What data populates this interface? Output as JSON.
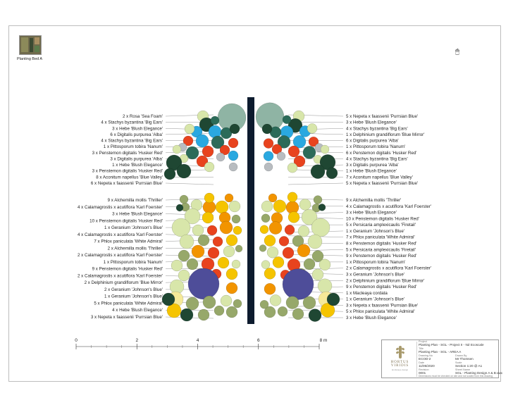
{
  "thumbnail": {
    "caption": "Planting Bed A"
  },
  "scale_bar": {
    "ticks": [
      "0",
      "2",
      "4",
      "6",
      "8 m"
    ]
  },
  "left_labels": [
    "2 x Rosa  'Sea Foam'",
    "4 x Stachys byzantina 'Big Ears'",
    "3 x Hebe 'Blush Elegance'",
    "6 x Digitalis purpurea 'Alba'",
    "4 x Stachys byzantina 'Big Ears'",
    "1 x Pittosporum tobira 'Nanum'",
    "3 x Penstemon digitalis 'Husker Red'",
    "3 x Digitalis purpurea 'Alba'",
    "1 x Hebe 'Blush Elegance'",
    "3 x Penstemon digitalis 'Husker Red'",
    "8 x Aconitum napellus 'Blue Valley'",
    "6 x Nepeta x faassenii 'Purrsian Blue'",
    "9 x Alchemilla mollis 'Thriller'",
    "4 x Calamagrostis x acutiflora 'Karl Foerster'",
    "3 x Hebe 'Blush Elegance'",
    "10 x Penstemon digitalis 'Husker Red'",
    "1 x Geranium 'Johnson's Blue'",
    "4 x Calamagrostis x acutiflora 'Karl Foerster'",
    "7 x Phlox paniculata 'White Admiral'",
    "2 x Alchemilla mollis 'Thriller'",
    "2 x Calamagrostis x acutiflora 'Karl Foerster'",
    "1 x Pittosporum tobira 'Nanum'",
    "9 x Penstemon digitalis 'Husker Red'",
    "2 x Calamagrostis x acutiflora 'Karl Foerster'",
    "2 x Delphinium grandiflorum 'Blue Mirror'",
    "2 x Geranium 'Johnson's Blue'",
    "1 x Geranium 'Johnson's Blue'",
    "5 x Phlox paniculata 'White Admiral'",
    "4 x Hebe 'Blush Elegance'",
    "3 x Nepeta x faassenii 'Purrsian Blue'"
  ],
  "right_labels": [
    "5 x Nepeta x faassenii 'Purrsian Blue'",
    "3 x Hebe 'Blush Elegance'",
    "4 x Stachys byzantina 'Big Ears'",
    "1 x Delphinium grandiflorum 'Blue Mirror'",
    "6 x Digitalis purpurea 'Alba'",
    "1 x Pittosporum tobira 'Nanum'",
    "6 x Penstemon digitalis 'Husker Red'",
    "4 x Stachys byzantina 'Big Ears'",
    "3 x Digitalis purpurea 'Alba'",
    "1 x Hebe 'Blush Elegance'",
    "7 x Aconitum napellus 'Blue Valley'",
    "5 x Nepeta x faassenii 'Purrsian Blue'",
    "9 x Alchemilla mollis 'Thriller'",
    "4 x Calamagrostis x acutiflora 'Karl Foerster'",
    "3 x Hebe 'Blush Elegance'",
    "10 x Penstemon digitalis 'Husker Red'",
    "5 x Persicaria amplexicaulis 'Firetail'",
    "1 x Geranium 'Johnson's Blue'",
    "7 x Phlox paniculata 'White Admiral'",
    "8 x Penstemon digitalis 'Husker Red'",
    "5 x Persicaria amplexicaulis 'Firetail'",
    "9 x Penstemon digitalis 'Husker Red'",
    "1 x Pittosporum tobira 'Nanum'",
    "2 x Calamagrostis x acutiflora 'Karl Foerster'",
    "3 x Geranium 'Johnson's Blue'",
    "2 x Delphinium grandiflorum 'Blue Mirror'",
    "9 x Penstemon digitalis 'Husker Red'",
    "1 x Macleaya cordata",
    "1 x Geranium 'Johnson's Blue'",
    "3 x Nepeta x faassenii 'Purrsian Blue'",
    "5 x Phlox paniculata 'White Admiral'",
    "3 x Hebe 'Blush Elegance'"
  ],
  "title_block": {
    "logo_line1": "HORTUS",
    "logo_line2": "VIRIDIS",
    "logo_sub": "landscape design",
    "project_label": "Project",
    "project": "Planting Plan - SGL - Project II - NZ Ecoscale",
    "title_label": "Title",
    "title": "Planting Plan - SGL - AREA A",
    "number_label": "Drawing No",
    "number": "ECOD-2",
    "drawn_label": "Drawn By",
    "drawn": "Mr Thomsen",
    "date_label": "Date",
    "date": "11/06/2020",
    "scale_label": "Scale",
    "scale": "Section 1:20 @ A1",
    "rev_label": "Revision",
    "rev": "0001",
    "sheet_label": "Sheet Name",
    "sheet": "SGL - Planting Design A & B.vwx",
    "note": "Dimensions must be checked on site and not scaled from this drawing"
  },
  "colors": {
    "red": "#e8431e",
    "dark_green": "#1f4733",
    "teal": "#2c6b59",
    "sage": "#8fb4a4",
    "blue": "#2aa8e0",
    "light_blue": "#8ecfe8",
    "purple": "#4e4d99",
    "yellow": "#f5c400",
    "orange": "#f29400",
    "light_green": "#d8e6aa",
    "olive": "#97a86a",
    "pale_yellow": "#f5e998",
    "grey": "#b8bcc0",
    "path": "#0d1b2e"
  }
}
